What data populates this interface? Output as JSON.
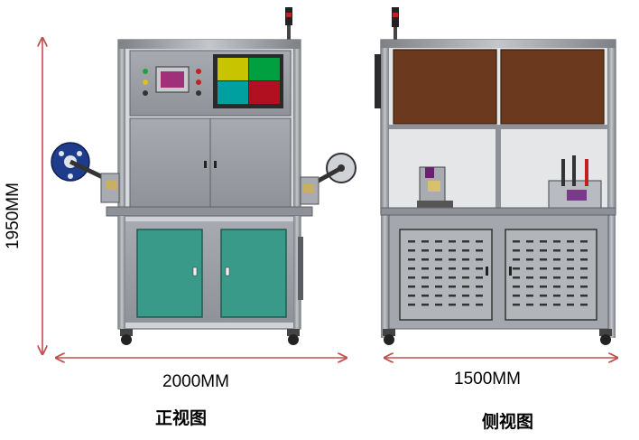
{
  "dimensions": {
    "height": "1950MM",
    "front_width": "2000MM",
    "side_width": "1500MM"
  },
  "captions": {
    "front_view": "正视图",
    "side_view": "侧视图"
  },
  "colors": {
    "arrow": "#c0504d",
    "frame": "#a9adb3",
    "frame_dark": "#5f6368",
    "panel": "#9ea2a8",
    "door_teal": "#3a9a8a",
    "screen_yellow": "#c8c400",
    "screen_green": "#00a040",
    "screen_teal": "#00a0a0",
    "screen_red": "#b01020",
    "hmi": "#a0307a",
    "brown_panel": "#6b3a1e",
    "reel_blue": "#1e3c8c"
  }
}
